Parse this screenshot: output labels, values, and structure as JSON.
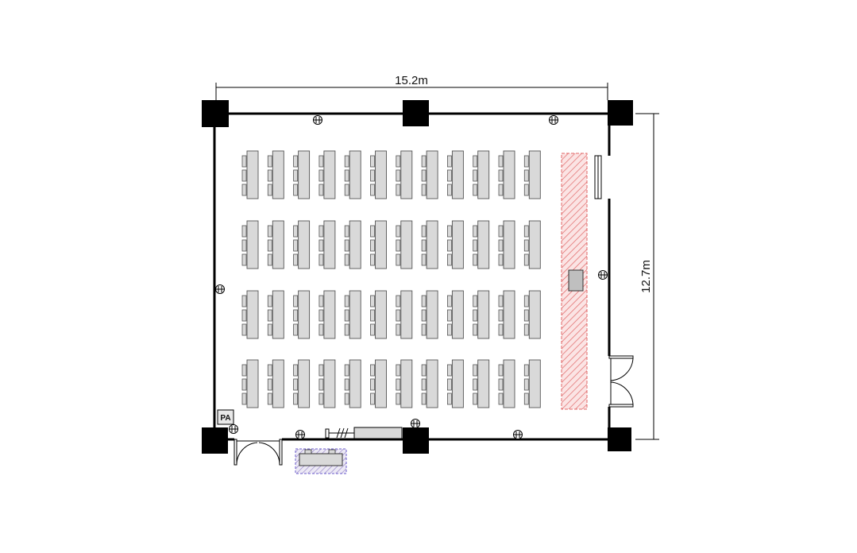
{
  "dimensions": {
    "width_label": "15.2m",
    "height_label": "12.7m"
  },
  "pa_label": "PA",
  "layout": {
    "seating_rows": 4,
    "table_columns": 12,
    "seats_per_table_side": 3
  },
  "colors": {
    "wall": "#000000",
    "table_fill": "#d9d9d9",
    "table_stroke": "#555555",
    "stage_hatch": "#e06666",
    "stage_fill": "#fbe4e4",
    "equipment_hatch": "#8e7cc3"
  },
  "icons": [
    "outlet-icon",
    "door-icon",
    "column-icon",
    "window-icon"
  ]
}
